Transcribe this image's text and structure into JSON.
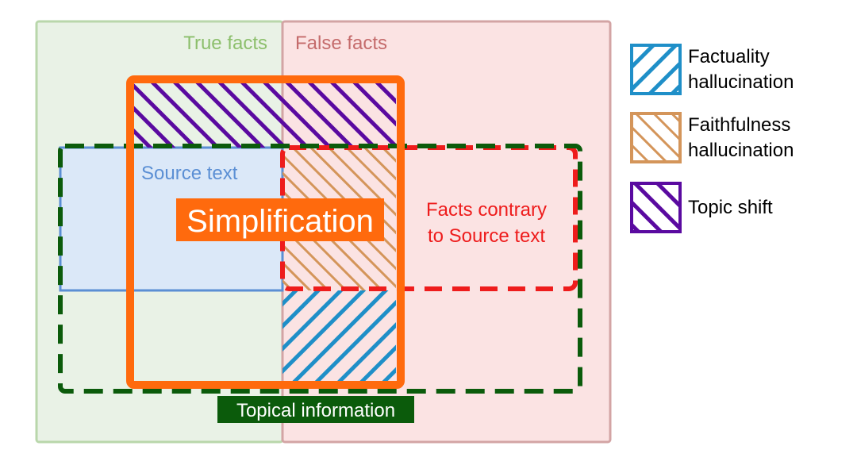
{
  "regions": {
    "true_facts": "True facts",
    "false_facts": "False facts",
    "source_text": "Source text",
    "contrary_line1": "Facts contrary",
    "contrary_line2": "to Source text",
    "simplification": "Simplification",
    "topical": "Topical information"
  },
  "legend": [
    {
      "line1": "Factuality",
      "line2": "hallucination",
      "color": "#1f8fc8",
      "icon": "factuality-hallucination-swatch-icon"
    },
    {
      "line1": "Faithfulness",
      "line2": "hallucination",
      "color": "#d4955a",
      "icon": "faithfulness-hallucination-swatch-icon"
    },
    {
      "line1": "Topic shift",
      "line2": "",
      "color": "#5a0aa0",
      "icon": "topic-shift-swatch-icon"
    }
  ],
  "colors": {
    "true_fill": "#e9f2e6",
    "true_border": "#b9d7ab",
    "true_text": "#8cbf6c",
    "false_fill": "#fbe3e3",
    "false_border": "#d3a4a4",
    "false_text": "#c46b6b",
    "source_fill": "#dbe8f8",
    "source_border": "#5b8fd4",
    "source_text": "#5b8fd4",
    "contrary": "#ee1c1c",
    "topical": "#0b5b0b",
    "simplification": "#ff6a0d",
    "factuality": "#1f8fc8",
    "faithfulness": "#d4955a",
    "topic_shift": "#5a0aa0"
  }
}
